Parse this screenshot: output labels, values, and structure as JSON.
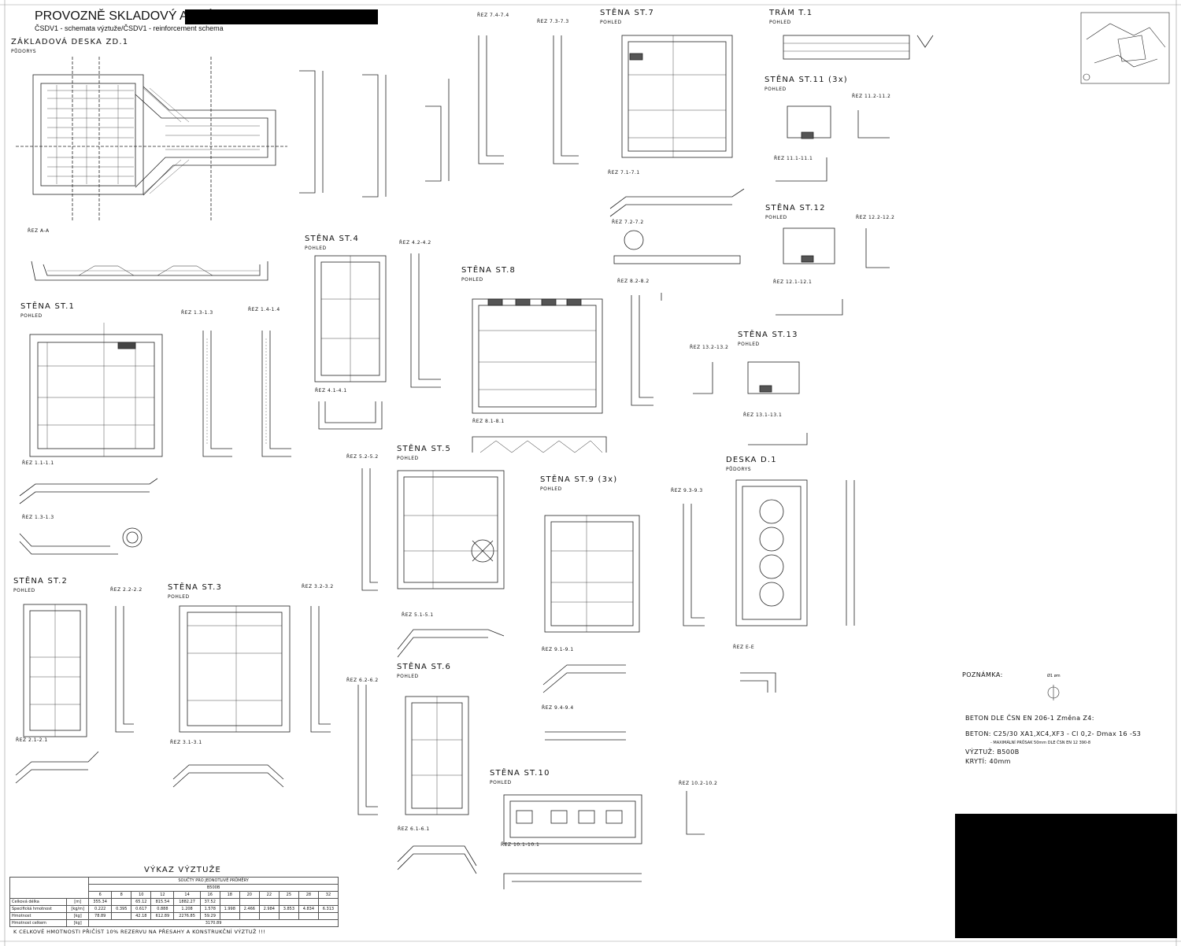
{
  "header": {
    "title": "PROVOZNĚ SKLADOVÝ AREÁL",
    "subtitle": "ČSDV1 - schemata výztuže/ČSDV1 - reinforcement schema"
  },
  "views": [
    {
      "title": "ZÁKLADOVÁ DESKA   ZD.1",
      "sub": "PŮDORYS"
    },
    {
      "title": "ŘEZ A-A"
    },
    {
      "title": "STĚNA   ST.1",
      "sub": "POHLED"
    },
    {
      "title": "ŘEZ 1.3-1.3"
    },
    {
      "title": "ŘEZ 1.4-1.4"
    },
    {
      "title": "ŘEZ 1.1-1.1"
    },
    {
      "title": "ŘEZ 1.3-1.3"
    },
    {
      "title": "STĚNA   ST.2",
      "sub": "POHLED"
    },
    {
      "title": "ŘEZ 2.2-2.2"
    },
    {
      "title": "ŘEZ 2.1-2.1"
    },
    {
      "title": "STĚNA   ST.3",
      "sub": "POHLED"
    },
    {
      "title": "ŘEZ 3.2-3.2"
    },
    {
      "title": "ŘEZ 3.1-3.1"
    },
    {
      "title": "STĚNA   ST.4",
      "sub": "POHLED"
    },
    {
      "title": "ŘEZ 4.2-4.2"
    },
    {
      "title": "ŘEZ 4.1-4.1"
    },
    {
      "title": "ŘEZ 5.2-5.2"
    },
    {
      "title": "STĚNA   ST.5",
      "sub": "POHLED"
    },
    {
      "title": "ŘEZ 5.1-5.1"
    },
    {
      "title": "ŘEZ 6.2-6.2"
    },
    {
      "title": "STĚNA   ST.6",
      "sub": "POHLED"
    },
    {
      "title": "ŘEZ 6.1-6.1"
    },
    {
      "title": "ŘEZ 7.4-7.4"
    },
    {
      "title": "ŘEZ 7.3-7.3"
    },
    {
      "title": "STĚNA   ST.7",
      "sub": "POHLED"
    },
    {
      "title": "ŘEZ 7.1-7.1"
    },
    {
      "title": "ŘEZ 7.2-7.2"
    },
    {
      "title": "STĚNA   ST.8",
      "sub": "POHLED"
    },
    {
      "title": "ŘEZ 8.2-8.2"
    },
    {
      "title": "ŘEZ 8.1-8.1"
    },
    {
      "title": "STĚNA   ST.9 (3x)",
      "sub": "POHLED"
    },
    {
      "title": "ŘEZ 9.3-9.3"
    },
    {
      "title": "ŘEZ 9.1-9.1"
    },
    {
      "title": "ŘEZ 9.4-9.4"
    },
    {
      "title": "STĚNA   ST.10",
      "sub": "POHLED"
    },
    {
      "title": "ŘEZ 10.2-10.2"
    },
    {
      "title": "ŘEZ 10.1-10.1"
    },
    {
      "title": "TRÁM   T.1",
      "sub": "POHLED"
    },
    {
      "title": "STĚNA   ST.11 (3x)",
      "sub": "POHLED"
    },
    {
      "title": "ŘEZ 11.2-11.2"
    },
    {
      "title": "ŘEZ 11.1-11.1"
    },
    {
      "title": "STĚNA   ST.12",
      "sub": "POHLED"
    },
    {
      "title": "ŘEZ 12.2-12.2"
    },
    {
      "title": "ŘEZ 12.1-12.1"
    },
    {
      "title": "ŘEZ 13.2-13.2"
    },
    {
      "title": "STĚNA   ST.13",
      "sub": "POHLED"
    },
    {
      "title": "ŘEZ 13.1-13.1"
    },
    {
      "title": "DESKA   D.1",
      "sub": "PŮDORYS"
    },
    {
      "title": "ŘEZ E-E"
    }
  ],
  "notes": {
    "heading": "POZNÁMKA:",
    "concrete_std": "BETON DLE ČSN EN 206-1 Změna Z4:",
    "concrete": "BETON: C25/30 XA1,XC4,XF3 - Cl 0,2- Dmax 16 -S3",
    "concrete_sub": "- MAXIMÁLNÍ PRŮSAK 50mm DLE ČSN EN 12 390-8",
    "steel": "VÝZTUŽ: B500B",
    "cover": "KRYTÍ: 40mm"
  },
  "rebar_schedule": {
    "title": "VÝKAZ VÝZTUŽE",
    "group_header": "SOUČTY PRO JEDNOTLIVÉ PRŮMĚRY",
    "unit_header": "B500B",
    "diameters": [
      "6",
      "8",
      "10",
      "12",
      "14",
      "16",
      "18",
      "20",
      "22",
      "25",
      "28",
      "32"
    ],
    "rows": [
      {
        "label": "Celková délka",
        "unit": "[m]",
        "values": [
          "355.34",
          "",
          "65.12",
          "815.54",
          "1882.27",
          "37.52",
          "",
          "",
          "",
          "",
          "",
          ""
        ]
      },
      {
        "label": "Specifická hmotnost",
        "unit": "[kg/m]",
        "values": [
          "0.222",
          "0.395",
          "0.617",
          "0.888",
          "1.208",
          "1.578",
          "1.998",
          "2.466",
          "2.984",
          "3.853",
          "4.834",
          "6.313"
        ]
      },
      {
        "label": "Hmotnost",
        "unit": "[kg]",
        "values": [
          "78.89",
          "",
          "42.18",
          "612.89",
          "2276.85",
          "59.29",
          "",
          "",
          "",
          "",
          "",
          ""
        ]
      },
      {
        "label": "Hmotnost celkem",
        "unit": "[kg]",
        "values": [
          "3170.89"
        ]
      }
    ],
    "footnote": "K CELKOVÉ HMOTNOSTI PŘIČÍST 10% REZERVU NA PŘESAHY A KONSTRUKČNÍ VÝZTUŽ !!!"
  },
  "north_arrow_label": "Ø1 øm"
}
